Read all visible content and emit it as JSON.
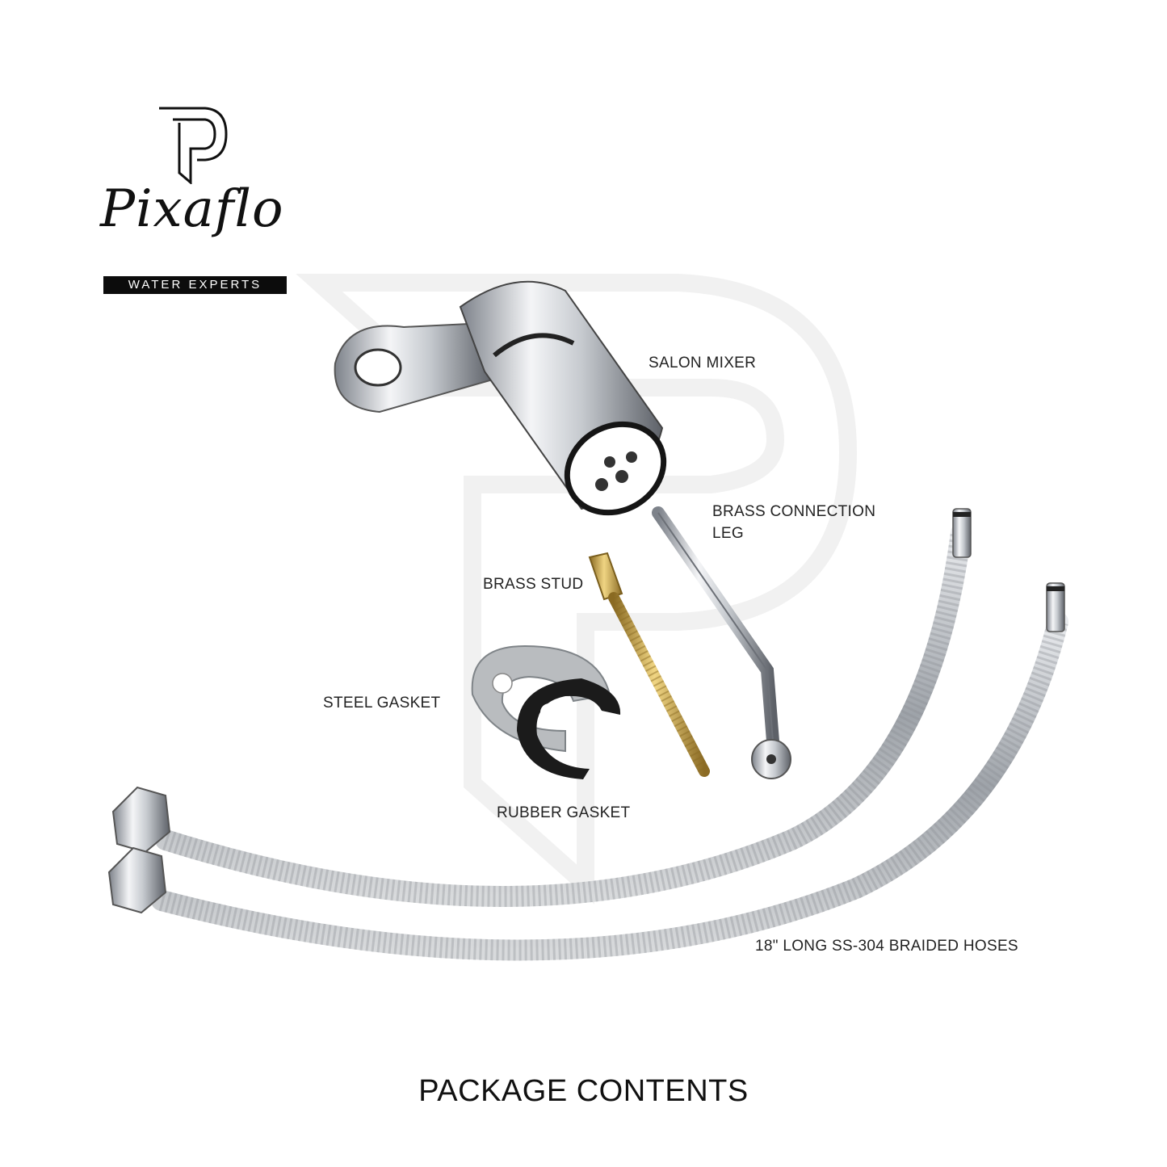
{
  "brand": {
    "name": "Pixaflo",
    "tagline": "WATER EXPERTS",
    "logo_icon": "p-monogram-icon"
  },
  "labels": {
    "salon_mixer": "SALON MIXER",
    "brass_connection_leg_line1": "BRASS CONNECTION",
    "brass_connection_leg_line2": "LEG",
    "brass_stud": "BRASS STUD",
    "steel_gasket": "STEEL GASKET",
    "rubber_gasket": "RUBBER GASKET",
    "braided_hoses": "18\" LONG SS-304 BRAIDED HOSES"
  },
  "footer": {
    "title": "PACKAGE CONTENTS"
  },
  "colors": {
    "chrome": "#c9cdd2",
    "brass": "#c9a54a",
    "rubber": "#1b1b1b",
    "steel": "#b9bcbf",
    "watermark": "#f2f2f2",
    "tagline_bg": "#0c0c0c"
  }
}
